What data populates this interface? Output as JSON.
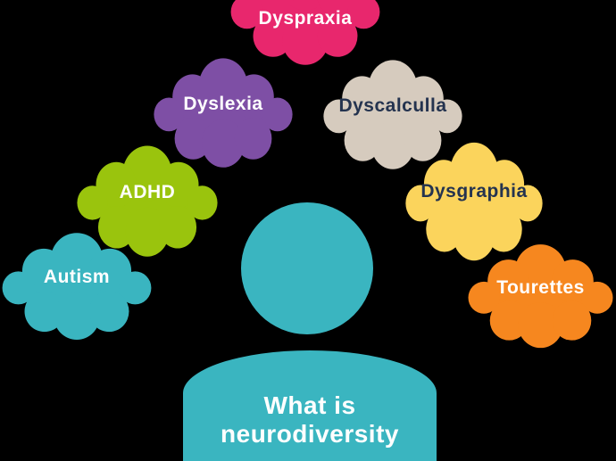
{
  "background_color": "#000000",
  "clouds": [
    {
      "id": "dyspraxia",
      "label": "Dyspraxia",
      "fill": "#E8276D",
      "text_color": "#FFFFFF"
    },
    {
      "id": "dyslexia",
      "label": "Dyslexia",
      "fill": "#7E4FA5",
      "text_color": "#FFFFFF"
    },
    {
      "id": "dyscalculla",
      "label": "Dyscalculla",
      "fill": "#D6CBBE",
      "text_color": "#24334F"
    },
    {
      "id": "adhd",
      "label": "ADHD",
      "fill": "#9AC40D",
      "text_color": "#FFFFFF"
    },
    {
      "id": "dysgraphia",
      "label": "Dysgraphia",
      "fill": "#FBD45C",
      "text_color": "#24334F"
    },
    {
      "id": "autism",
      "label": "Autism",
      "fill": "#3AB5C0",
      "text_color": "#FFFFFF"
    },
    {
      "id": "tourettes",
      "label": "Tourettes",
      "fill": "#F6871F",
      "text_color": "#FFFFFF"
    }
  ],
  "figure": {
    "fill": "#3AB5C0",
    "text_color": "#FFFFFF",
    "title_line1": "What is",
    "title_line2": "neurodiversity"
  }
}
